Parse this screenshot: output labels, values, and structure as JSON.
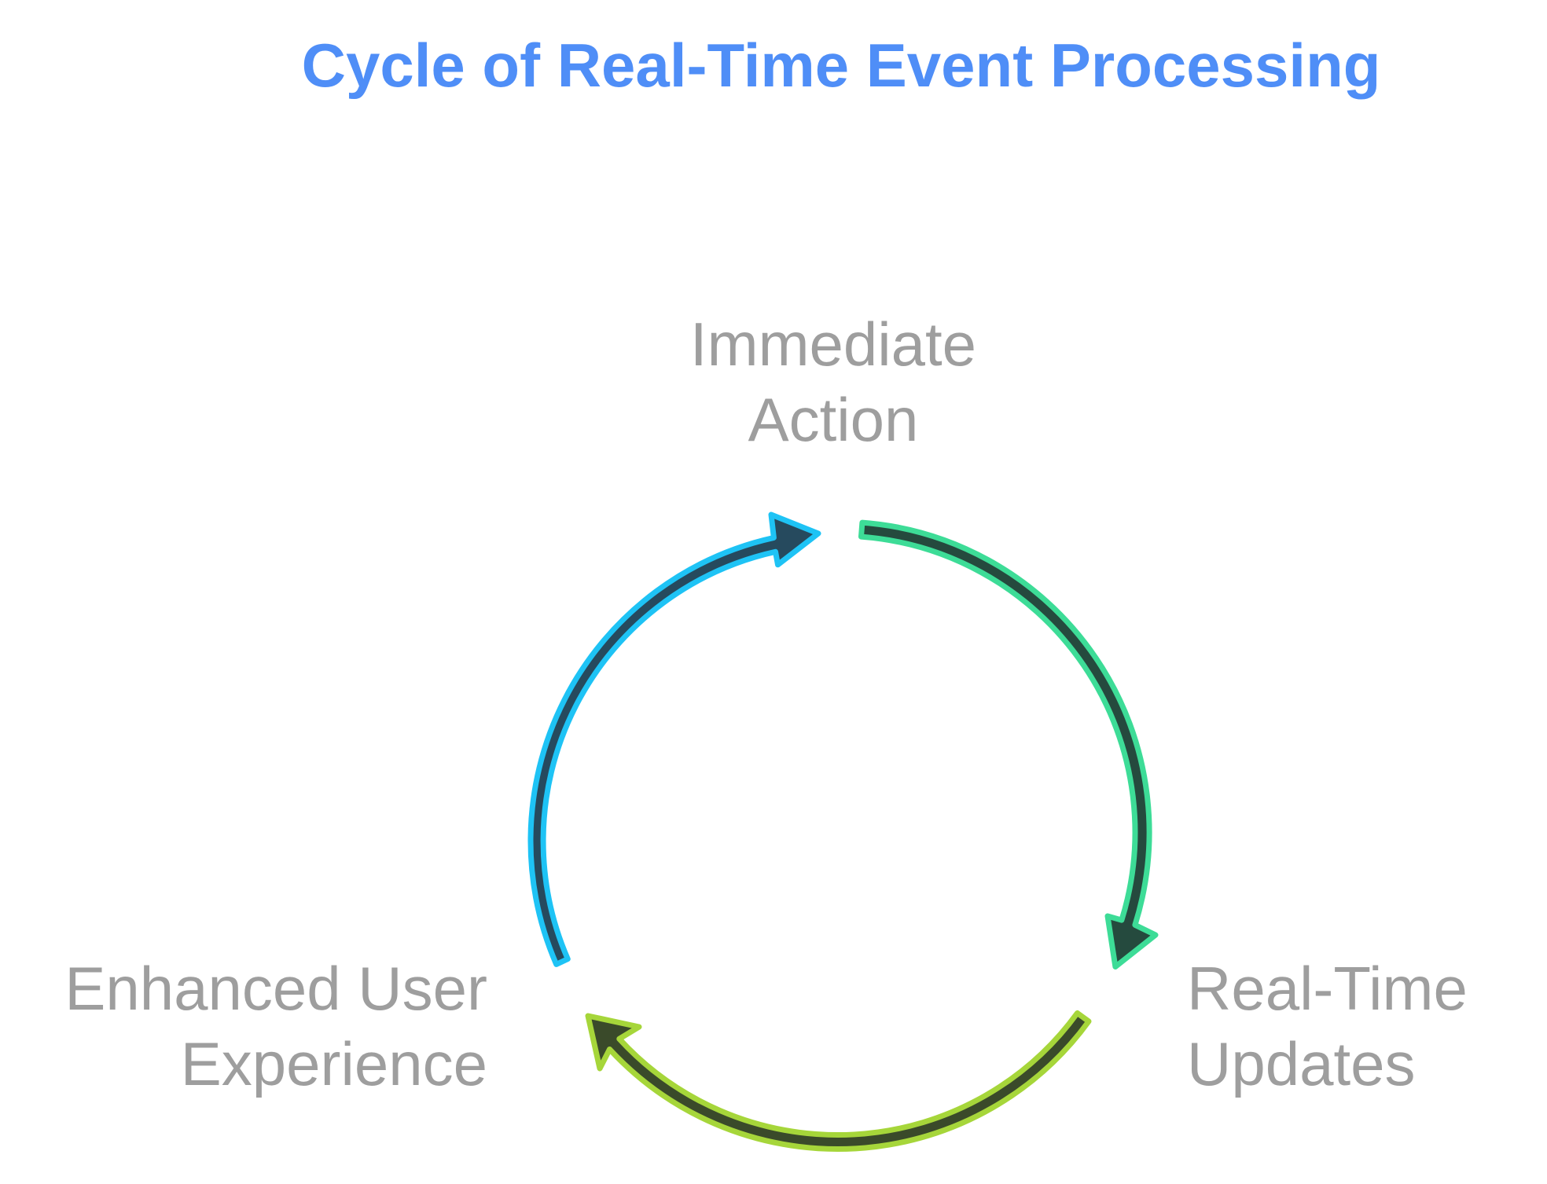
{
  "title": "Cycle of Real-Time Event Processing",
  "colors": {
    "title": "#4f8ef7",
    "label": "#9e9e9e",
    "arrow_fill_top_left": "#264a5e",
    "arrow_stroke_top_left": "#1ec3f5",
    "arrow_fill_right": "#254a3e",
    "arrow_stroke_right": "#3ddc97",
    "arrow_fill_bottom": "#3a4a2a",
    "arrow_stroke_bottom": "#a6d63a"
  },
  "steps": [
    {
      "lines": [
        "Immediate",
        "Action"
      ]
    },
    {
      "lines": [
        "Real-Time",
        "Updates"
      ]
    },
    {
      "lines": [
        "Enhanced User",
        "Experience"
      ]
    }
  ]
}
